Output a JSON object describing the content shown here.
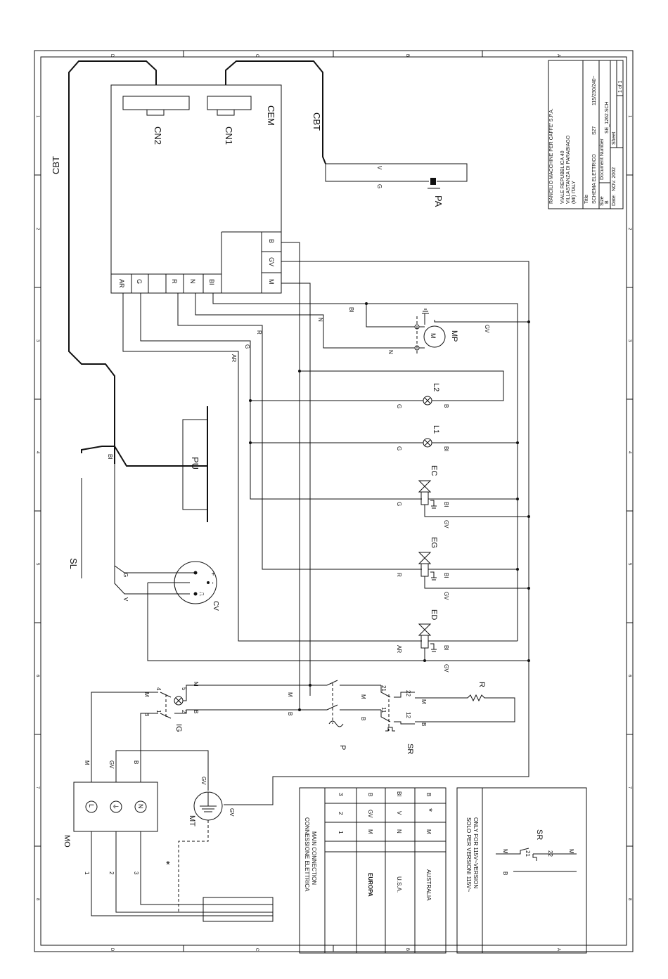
{
  "components": {
    "cn2": "CN2",
    "cn1": "CN1",
    "cem": "CEM",
    "cbt": "CBT",
    "pa": "PA",
    "pu": "PU",
    "sl": "SL",
    "cv": "CV",
    "mp": "MP",
    "l1": "L1",
    "l2": "L2",
    "ec": "EC",
    "eg": "EG",
    "ed": "ED",
    "ig": "IG",
    "p": "P",
    "sr": "SR",
    "r": "R",
    "mo": "MO",
    "mt": "MT",
    "asterisk": "*"
  },
  "cem_pins_bottom": [
    "AR",
    "G",
    "",
    "R",
    "N",
    "BI"
  ],
  "cem_pins_right": [
    "B",
    "GV",
    "M"
  ],
  "wire_colors": [
    "V",
    "G",
    "BI",
    "N",
    "GV",
    "R",
    "AR",
    "M",
    "B"
  ],
  "terminals": {
    "ig": [
      "4",
      "5",
      "1",
      "2"
    ],
    "sr": [
      "21",
      "22",
      "11",
      "12"
    ],
    "mo": [
      "1",
      "2",
      "3"
    ],
    "mo_symbols": [
      "L",
      "⏚",
      "N"
    ],
    "cv_symbols": [
      "+",
      "-",
      "⎍"
    ]
  },
  "title_block": {
    "company": "RANCILIO MACCHINE PER CAFFE' S.P.A.",
    "address_1": "VIALE REPUBBLICA 40",
    "address_2": "VILLASTANZA DI PARABIAGO",
    "address_3": "(MI) ITALY",
    "title_label": "Title",
    "title": "SCHEMA ELETTRICO",
    "model": "S27",
    "voltage": "115/230/240~",
    "size_label": "Size",
    "size": "B",
    "doc_label": "Document Number",
    "doc_number": "SE_1262.SCH",
    "date_label": "Date:",
    "date": "NOV. 2002",
    "sheet_label": "Sheet",
    "sheet": "1 of 1"
  },
  "connection_table": {
    "title_1": "CONNESSIONE ELETTRICA",
    "title_2": "MAIN CONNECTION",
    "terminals": [
      "1",
      "2",
      "3"
    ],
    "rows": [
      {
        "region": "EUROPA",
        "values": [
          "M",
          "GV",
          "B"
        ]
      },
      {
        "region": "U.S.A.",
        "values": [
          "N",
          "V",
          "BI"
        ]
      },
      {
        "region": "AUSTRALIA",
        "values": [
          "M",
          "*",
          "B"
        ]
      }
    ]
  },
  "us_version": {
    "title_1": "SOLO PER VERSIONI 115V~",
    "title_2": "ONLY FOR 115V~VERSION",
    "wires": [
      "M",
      "B",
      "M"
    ],
    "terminals": [
      "21",
      "22"
    ],
    "label": "SR"
  },
  "zones": {
    "top": [
      "D",
      "C",
      "B",
      "A"
    ],
    "side": [
      "1",
      "2",
      "3",
      "4",
      "5",
      "6",
      "7",
      "8"
    ]
  }
}
